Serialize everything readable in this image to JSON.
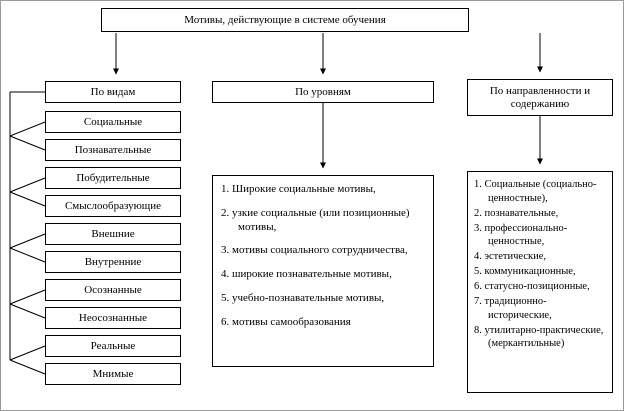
{
  "title": "Мотивы, действующие в системе обучения",
  "columns": {
    "byType": {
      "header": "По видам",
      "items": [
        "Социальные",
        "Познавательные",
        "Побудительные",
        "Смыслообразующие",
        "Внешние",
        "Внутренние",
        "Осознанные",
        "Неосознанные",
        "Реальные",
        "Мнимые"
      ]
    },
    "byLevel": {
      "header": "По уровням",
      "items": [
        "1.  Широкие социальные мотивы,",
        "2.  узкие социальные (или позиционные) мотивы,",
        "3.  мотивы социального сотрудничества,",
        "4.  широкие познавательные мотивы,",
        "5.  учебно-познавательные мотивы,",
        "6.  мотивы самообразования"
      ]
    },
    "byDirection": {
      "header": "По направленности и содержанию",
      "items": [
        "1. Социальные (социально-ценностные),",
        "2. познавательные,",
        "3. профессионально-ценностные,",
        "4. эстетические,",
        "5. коммуникационные,",
        "6. статусно-позиционные,",
        "7. традиционно-исторические,",
        "8. утилитарно-практические, (меркантильные)"
      ]
    }
  },
  "colors": {
    "line": "#000000",
    "border": "#000000",
    "background": "#ffffff"
  }
}
